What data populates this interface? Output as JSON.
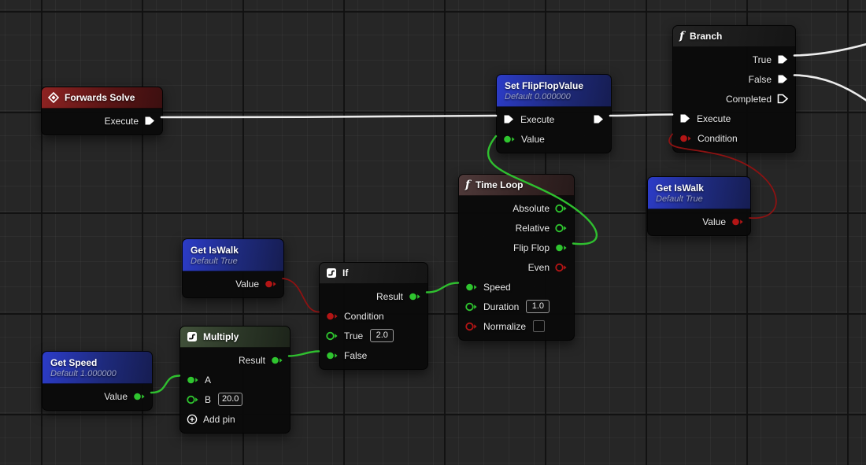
{
  "canvas": {
    "background": "#262626",
    "grid_minor": 32,
    "grid_major": 128
  },
  "colors": {
    "exec_wire": "#ececec",
    "float_pin": "#2fc52f",
    "bool_pin": "#b31515",
    "bool_wire": "#8c1212",
    "header_event_red": "#8e2322",
    "header_variable_blue": "#2c3cc9",
    "header_loop_brown": "#4f3a3a",
    "header_math_green": "#41513a",
    "header_plain_gray": "#232323"
  },
  "nodes": [
    {
      "id": "forwards-solve",
      "title": "Forwards Solve",
      "icon": "event-diamond-icon",
      "rows": [
        {
          "label": "Execute"
        }
      ]
    },
    {
      "id": "get-speed",
      "title": "Get Speed",
      "subtitle": "Default 1.000000",
      "rows": [
        {
          "label": "Value"
        }
      ]
    },
    {
      "id": "multiply",
      "title": "Multiply",
      "icon": "step-function-icon",
      "rows": [
        {
          "label": "Result"
        },
        {
          "label": "A"
        },
        {
          "label": "B",
          "value": "20.0"
        },
        {
          "label": "Add pin"
        }
      ]
    },
    {
      "id": "get-iswalk-left",
      "title": "Get IsWalk",
      "subtitle": "Default True",
      "rows": [
        {
          "label": "Value"
        }
      ]
    },
    {
      "id": "if",
      "title": "If",
      "icon": "step-function-icon",
      "rows": [
        {
          "label": "Result"
        },
        {
          "label": "Condition"
        },
        {
          "label": "True",
          "value": "2.0"
        },
        {
          "label": "False"
        }
      ]
    },
    {
      "id": "time-loop",
      "title": "Time Loop",
      "icon": "function-icon",
      "rows": [
        {
          "label": "Absolute"
        },
        {
          "label": "Relative"
        },
        {
          "label": "Flip Flop"
        },
        {
          "label": "Even"
        },
        {
          "label": "Speed"
        },
        {
          "label": "Duration",
          "value": "1.0"
        },
        {
          "label": "Normalize"
        }
      ]
    },
    {
      "id": "set-flipflopvalue",
      "title": "Set FlipFlopValue",
      "subtitle": "Default 0.000000",
      "rows": [
        {
          "label": "Execute"
        },
        {
          "label": "Value"
        }
      ]
    },
    {
      "id": "get-iswalk-right",
      "title": "Get IsWalk",
      "subtitle": "Default True",
      "rows": [
        {
          "label": "Value"
        }
      ]
    },
    {
      "id": "branch",
      "title": "Branch",
      "icon": "function-icon",
      "rows": [
        {
          "label": "True"
        },
        {
          "label": "False"
        },
        {
          "label": "Completed"
        },
        {
          "label": "Execute"
        },
        {
          "label": "Condition"
        }
      ]
    }
  ],
  "connections": [
    {
      "from": "forwards-solve.Execute",
      "to": "set-flipflopvalue.Execute",
      "type": "exec"
    },
    {
      "from": "set-flipflopvalue.Execute",
      "to": "branch.Execute",
      "type": "exec"
    },
    {
      "from": "branch.True",
      "to": "offscreen-right",
      "type": "exec"
    },
    {
      "from": "branch.False",
      "to": "offscreen-right",
      "type": "exec"
    },
    {
      "from": "time-loop.Flip Flop",
      "to": "set-flipflopvalue.Value",
      "type": "float"
    },
    {
      "from": "get-iswalk-right.Value",
      "to": "branch.Condition",
      "type": "bool"
    },
    {
      "from": "if.Result",
      "to": "time-loop.Speed",
      "type": "float"
    },
    {
      "from": "get-iswalk-left.Value",
      "to": "if.Condition",
      "type": "bool"
    },
    {
      "from": "multiply.Result",
      "to": "if.False",
      "type": "float"
    },
    {
      "from": "get-speed.Value",
      "to": "multiply.A",
      "type": "float"
    }
  ]
}
